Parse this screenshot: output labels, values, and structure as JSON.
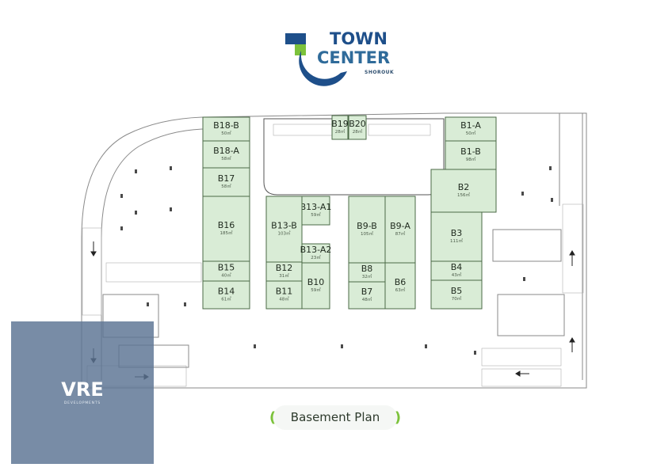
{
  "logo": {
    "line1": "TOWN",
    "line2": "CENTER",
    "line3": "SHOROUK",
    "colors": {
      "blue": "#1e4f8a",
      "green": "#7cc23b",
      "teal": "#2f6b9a"
    }
  },
  "plan_label": "Basement Plan",
  "watermark": {
    "main": "VRE",
    "sub": "DEVELOPMENTS",
    "color": "#5a7392"
  },
  "units": [
    {
      "id": "B18-B",
      "area": "50㎡"
    },
    {
      "id": "B18-A",
      "area": "58㎡"
    },
    {
      "id": "B17",
      "area": "58㎡"
    },
    {
      "id": "B16",
      "area": "185㎡"
    },
    {
      "id": "B15",
      "area": "40㎡"
    },
    {
      "id": "B14",
      "area": "61㎡"
    },
    {
      "id": "B19",
      "area": "28㎡"
    },
    {
      "id": "B20",
      "area": "28㎡"
    },
    {
      "id": "B13-A1",
      "area": "59㎡"
    },
    {
      "id": "B13-B",
      "area": "103㎡"
    },
    {
      "id": "B13-A2",
      "area": "23㎡"
    },
    {
      "id": "B12",
      "area": "31㎡"
    },
    {
      "id": "B11",
      "area": "48㎡"
    },
    {
      "id": "B10",
      "area": "59㎡"
    },
    {
      "id": "B9-B",
      "area": "105㎡"
    },
    {
      "id": "B9-A",
      "area": "87㎡"
    },
    {
      "id": "B8",
      "area": "32㎡"
    },
    {
      "id": "B7",
      "area": "48㎡"
    },
    {
      "id": "B6",
      "area": "63㎡"
    },
    {
      "id": "B1-A",
      "area": "50㎡"
    },
    {
      "id": "B1-B",
      "area": "98㎡"
    },
    {
      "id": "B2",
      "area": "156㎡"
    },
    {
      "id": "B3",
      "area": "111㎡"
    },
    {
      "id": "B4",
      "area": "43㎡"
    },
    {
      "id": "B5",
      "area": "70㎡"
    }
  ],
  "colors": {
    "unit_fill": "#d9ecd6",
    "unit_stroke": "#4a6a46"
  }
}
